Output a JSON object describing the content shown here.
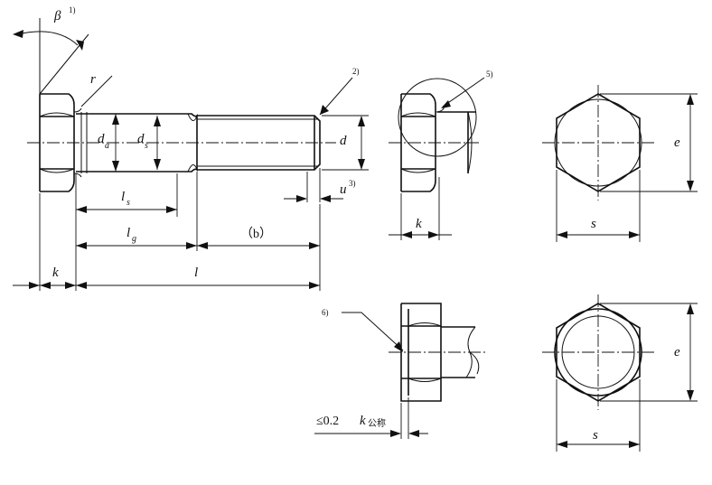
{
  "labels": {
    "beta": "β",
    "r": "r",
    "k": "k",
    "l": "l",
    "b": "（b）",
    "d": "d",
    "da": "d",
    "da_sub": "a",
    "ds": "d",
    "ds_sub": "s",
    "ls": "l",
    "ls_sub": "s",
    "lg": "l",
    "lg_sub": "g",
    "u": "u",
    "e": "e",
    "s": "s",
    "note1": "1)",
    "note2": "2)",
    "note3": "3)",
    "note5": "5)",
    "note6": "6)",
    "limit_prefix": "≤0.2",
    "limit_k": "k",
    "limit_sub": "公称"
  }
}
